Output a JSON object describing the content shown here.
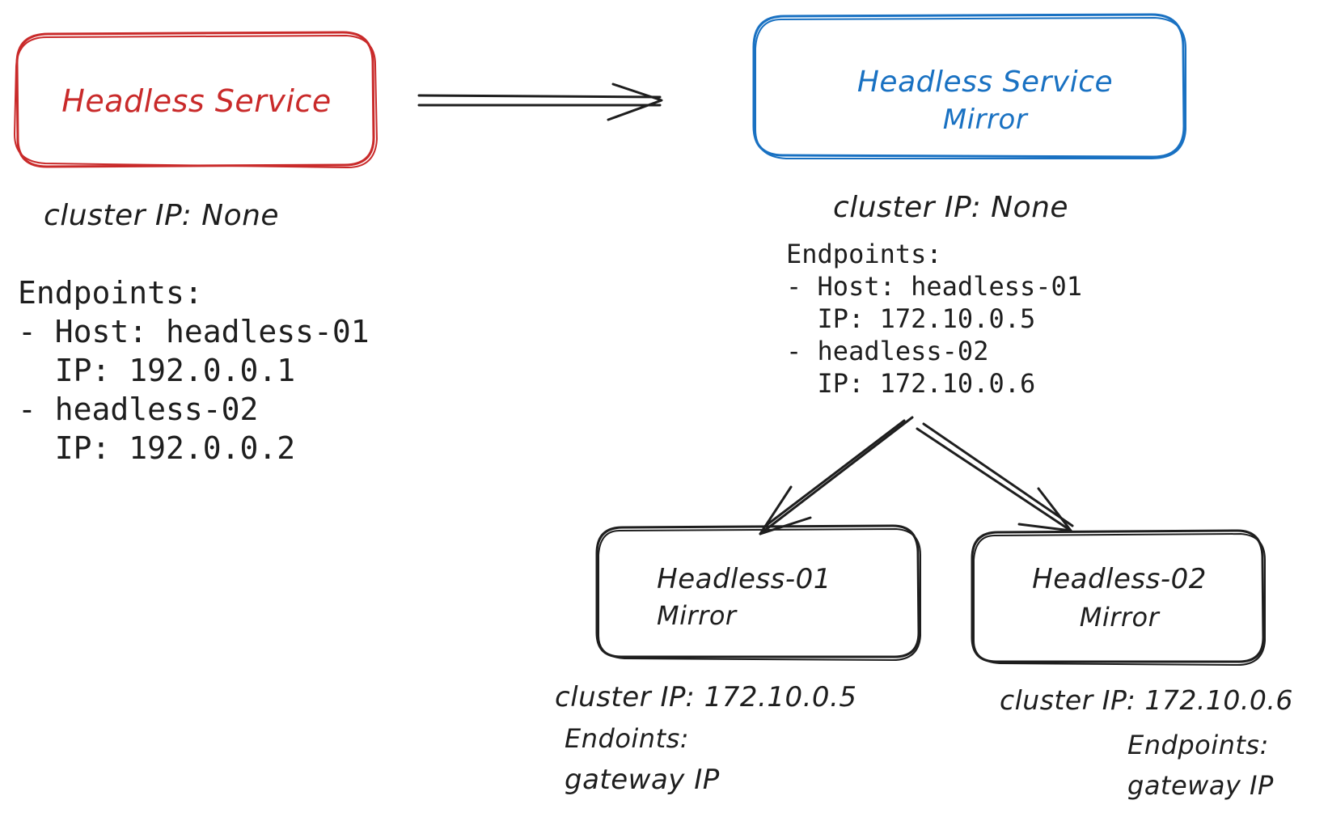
{
  "colors": {
    "source": "#c92a2a",
    "mirror": "#1971c2",
    "ink": "#1e1e1e"
  },
  "source_service": {
    "title": "Headless Service",
    "cluster_ip": "cluster IP: None",
    "endpoints_header": "Endpoints:",
    "endpoints": [
      "- Host: headless-01",
      "  IP: 192.0.0.1",
      "- headless-02",
      "  IP: 192.0.0.2"
    ]
  },
  "mirror_service": {
    "title": "Headless Service",
    "subtitle": "Mirror",
    "cluster_ip": "cluster IP: None",
    "endpoints_header": "Endpoints:",
    "endpoints": [
      "- Host: headless-01",
      "  IP: 172.10.0.5",
      "- headless-02",
      "  IP: 172.10.0.6"
    ]
  },
  "endpoint_mirrors": [
    {
      "title": "Headless-01",
      "subtitle": "Mirror",
      "cluster_ip": "cluster IP: 172.10.0.5",
      "endpoints_header": "Endoints:",
      "endpoint_value": "gateway IP"
    },
    {
      "title": "Headless-02",
      "subtitle": "Mirror",
      "cluster_ip": "cluster IP: 172.10.0.6",
      "endpoints_header": "Endpoints:",
      "endpoint_value": "gateway IP"
    }
  ]
}
